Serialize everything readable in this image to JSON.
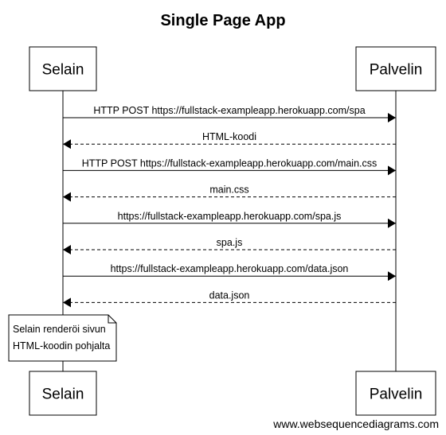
{
  "diagram": {
    "title": "Single Page App",
    "actors": [
      {
        "name": "Selain"
      },
      {
        "name": "Palvelin"
      }
    ],
    "messages": [
      {
        "from": 0,
        "to": 1,
        "label": "HTTP POST https://fullstack-exampleapp.herokuapp.com/spa",
        "style": "solid"
      },
      {
        "from": 1,
        "to": 0,
        "label": "HTML-koodi",
        "style": "dashed"
      },
      {
        "from": 0,
        "to": 1,
        "label": "HTTP POST https://fullstack-exampleapp.herokuapp.com/main.css",
        "style": "solid"
      },
      {
        "from": 1,
        "to": 0,
        "label": "main.css",
        "style": "dashed"
      },
      {
        "from": 0,
        "to": 1,
        "label": "https://fullstack-exampleapp.herokuapp.com/spa.js",
        "style": "solid"
      },
      {
        "from": 1,
        "to": 0,
        "label": "spa.js",
        "style": "dashed"
      },
      {
        "from": 0,
        "to": 1,
        "label": "https://fullstack-exampleapp.herokuapp.com/data.json",
        "style": "solid"
      },
      {
        "from": 1,
        "to": 0,
        "label": "data.json",
        "style": "dashed"
      }
    ],
    "note": {
      "actor": 0,
      "lines": [
        "Selain renderöi sivun",
        "HTML-koodin pohjalta"
      ]
    },
    "watermark": "www.websequencediagrams.com"
  }
}
